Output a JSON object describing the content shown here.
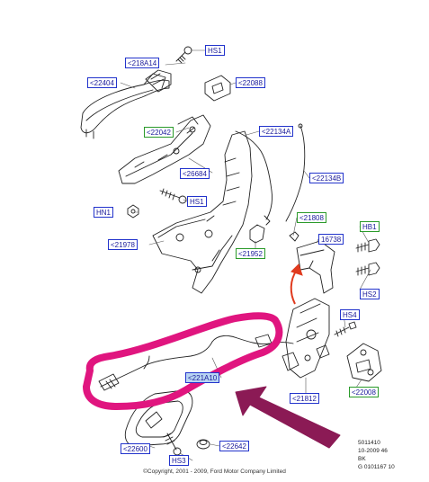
{
  "callouts": {
    "hs1_top": "HS1",
    "c218a14": "<218A14",
    "c22404": "<22404",
    "c22088": "<22088",
    "c22042": "<22042",
    "c22134a": "<22134A",
    "c26684": "<26684",
    "c22134b": "<22134B",
    "hs1_mid": "HS1",
    "hn1": "HN1",
    "c21808": "<21808",
    "hb1": "HB1",
    "c21978": "<21978",
    "n16738": "16738",
    "c21952": "<21952",
    "hs2": "HS2",
    "hs4": "HS4",
    "c221a10": "<221A10",
    "c21812": "<21812",
    "c22008": "<22008",
    "c22600": "<22600",
    "hs3": "HS3",
    "c22642": "<22642"
  },
  "doc_ref": {
    "line1": "5011410",
    "line2": "10-2009 46",
    "line3": "BK",
    "line4": "G 0101167 10"
  },
  "copyright": "©Copyright, 2001 - 2009, Ford Motor Company Limited",
  "colors": {
    "highlight_loop": "#e0157f",
    "arrow": "#8b1a55",
    "red_arrow": "#e03a1e",
    "blue_border": "#2233cc",
    "green_border": "#2a9a2a"
  }
}
